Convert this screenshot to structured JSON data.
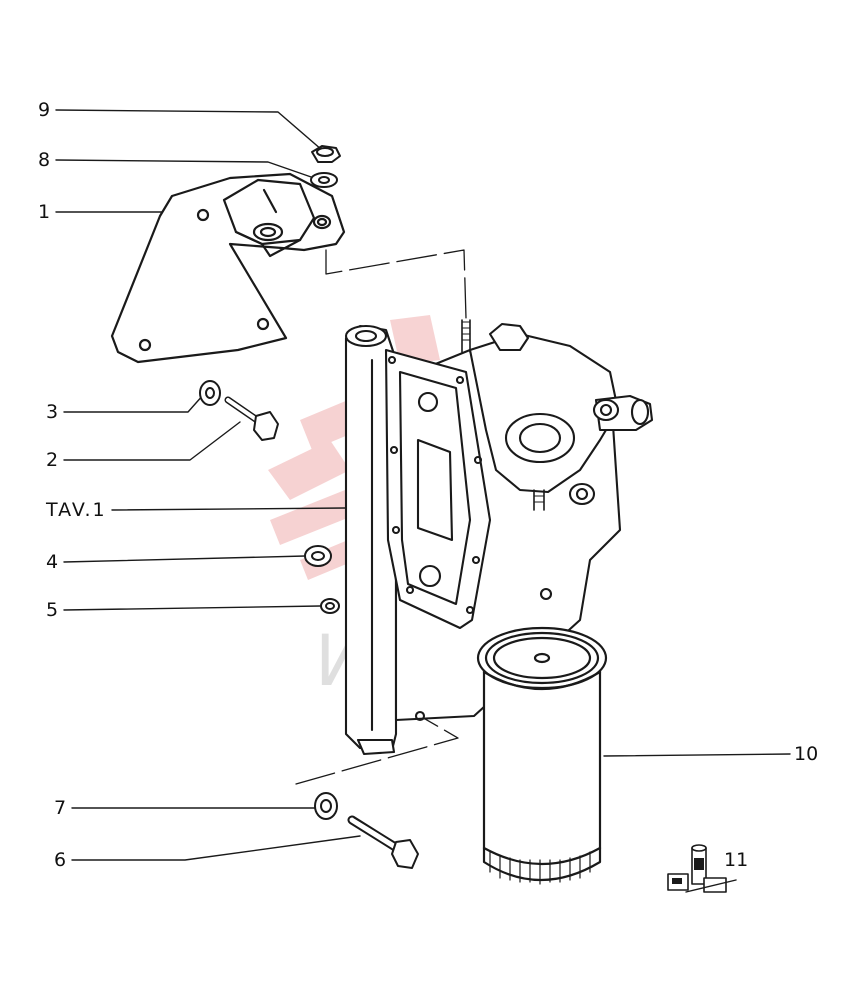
{
  "callouts": {
    "c1": "1",
    "c2": "2",
    "c3": "3",
    "c4": "4",
    "c5": "5",
    "c6": "6",
    "c7": "7",
    "c8": "8",
    "c9": "9",
    "c10": "10",
    "c11": "11",
    "tav": "TAV.1"
  },
  "watermark": {
    "text": "ИНТЕ",
    "color": "#e8a0a0"
  },
  "colors": {
    "line": "#1a1a1a",
    "watermark_red": "#f2b8b8",
    "watermark_gray": "#c8c8c8"
  }
}
